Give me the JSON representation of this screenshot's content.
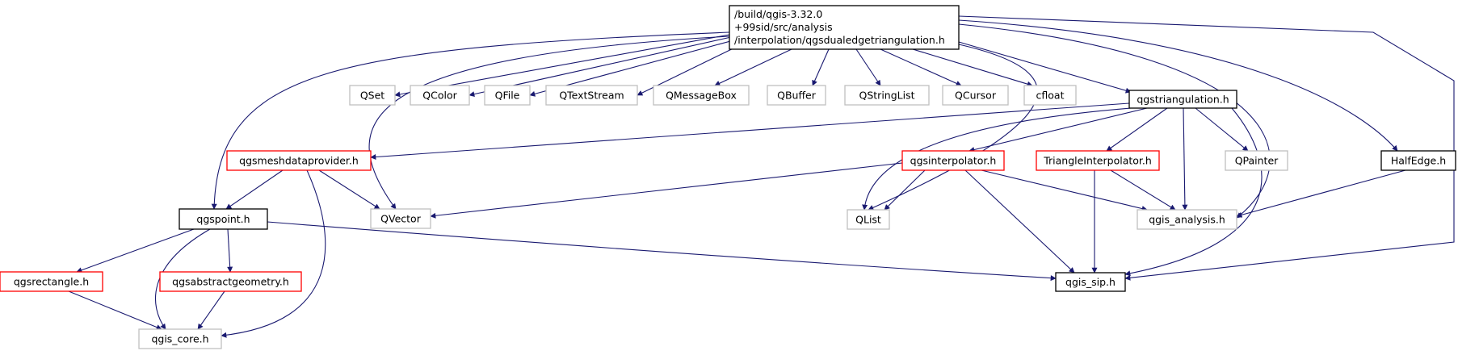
{
  "graph": {
    "root": {
      "lines": [
        "/build/qgis-3.32.0",
        "+99sid/src/analysis",
        "/interpolation/qgsdualedgetriangulation.h"
      ]
    },
    "nodes": [
      {
        "id": "qset",
        "label": "QSet",
        "style": "external"
      },
      {
        "id": "qcolor",
        "label": "QColor",
        "style": "external"
      },
      {
        "id": "qfile",
        "label": "QFile",
        "style": "external"
      },
      {
        "id": "qtextstream",
        "label": "QTextStream",
        "style": "external"
      },
      {
        "id": "qmessagebox",
        "label": "QMessageBox",
        "style": "external"
      },
      {
        "id": "qbuffer",
        "label": "QBuffer",
        "style": "external"
      },
      {
        "id": "qstringlist",
        "label": "QStringList",
        "style": "external"
      },
      {
        "id": "qcursor",
        "label": "QCursor",
        "style": "external"
      },
      {
        "id": "cfloat",
        "label": "cfloat",
        "style": "external"
      },
      {
        "id": "qgstriangulation",
        "label": "qgstriangulation.h",
        "style": "documented"
      },
      {
        "id": "qgsmeshdataprovider",
        "label": "qgsmeshdataprovider.h",
        "style": "incomplete"
      },
      {
        "id": "qgsinterpolator",
        "label": "qgsinterpolator.h",
        "style": "incomplete"
      },
      {
        "id": "triangleinterpolator",
        "label": "TriangleInterpolator.h",
        "style": "incomplete"
      },
      {
        "id": "qpainter",
        "label": "QPainter",
        "style": "external"
      },
      {
        "id": "halfedge",
        "label": "HalfEdge.h",
        "style": "documented"
      },
      {
        "id": "qgspoint",
        "label": "qgspoint.h",
        "style": "documented"
      },
      {
        "id": "qvector",
        "label": "QVector",
        "style": "external"
      },
      {
        "id": "qlist",
        "label": "QList",
        "style": "external"
      },
      {
        "id": "qgisanalysis",
        "label": "qgis_analysis.h",
        "style": "external"
      },
      {
        "id": "qgsrectangle",
        "label": "qgsrectangle.h",
        "style": "incomplete"
      },
      {
        "id": "qgsabstractgeometry",
        "label": "qgsabstractgeometry.h",
        "style": "incomplete"
      },
      {
        "id": "qgissip",
        "label": "qgis_sip.h",
        "style": "documented"
      },
      {
        "id": "qgiscore",
        "label": "qgis_core.h",
        "style": "external"
      }
    ],
    "edges": [
      [
        "root",
        "qset"
      ],
      [
        "root",
        "qcolor"
      ],
      [
        "root",
        "qfile"
      ],
      [
        "root",
        "qtextstream"
      ],
      [
        "root",
        "qmessagebox"
      ],
      [
        "root",
        "qbuffer"
      ],
      [
        "root",
        "qstringlist"
      ],
      [
        "root",
        "qcursor"
      ],
      [
        "root",
        "cfloat"
      ],
      [
        "root",
        "qgstriangulation"
      ],
      [
        "root",
        "qgspoint"
      ],
      [
        "root",
        "qvector"
      ],
      [
        "root",
        "qlist"
      ],
      [
        "root",
        "qgisanalysis"
      ],
      [
        "root",
        "halfedge"
      ],
      [
        "root",
        "qgissip"
      ],
      [
        "qgstriangulation",
        "qgsmeshdataprovider"
      ],
      [
        "qgstriangulation",
        "qgsinterpolator"
      ],
      [
        "qgstriangulation",
        "triangleinterpolator"
      ],
      [
        "qgstriangulation",
        "qpainter"
      ],
      [
        "qgstriangulation",
        "qlist"
      ],
      [
        "qgstriangulation",
        "qgisanalysis"
      ],
      [
        "qgstriangulation",
        "qgissip"
      ],
      [
        "qgsmeshdataprovider",
        "qgspoint"
      ],
      [
        "qgsmeshdataprovider",
        "qvector"
      ],
      [
        "qgsmeshdataprovider",
        "qgiscore"
      ],
      [
        "qgsinterpolator",
        "qvector"
      ],
      [
        "qgsinterpolator",
        "qlist"
      ],
      [
        "qgsinterpolator",
        "qgisanalysis"
      ],
      [
        "qgsinterpolator",
        "qgissip"
      ],
      [
        "triangleinterpolator",
        "qgisanalysis"
      ],
      [
        "triangleinterpolator",
        "qgissip"
      ],
      [
        "halfedge",
        "qgisanalysis"
      ],
      [
        "qgspoint",
        "qgsrectangle"
      ],
      [
        "qgspoint",
        "qgsabstractgeometry"
      ],
      [
        "qgspoint",
        "qgiscore"
      ],
      [
        "qgspoint",
        "qgissip"
      ],
      [
        "qgsrectangle",
        "qgiscore"
      ],
      [
        "qgsabstractgeometry",
        "qgiscore"
      ]
    ],
    "colors": {
      "root_fill": "#bfbfbf",
      "documented": "#000000",
      "incomplete": "#ff0000",
      "external": "#bfbfbf",
      "edge": "#191970",
      "text": "#000000"
    }
  }
}
